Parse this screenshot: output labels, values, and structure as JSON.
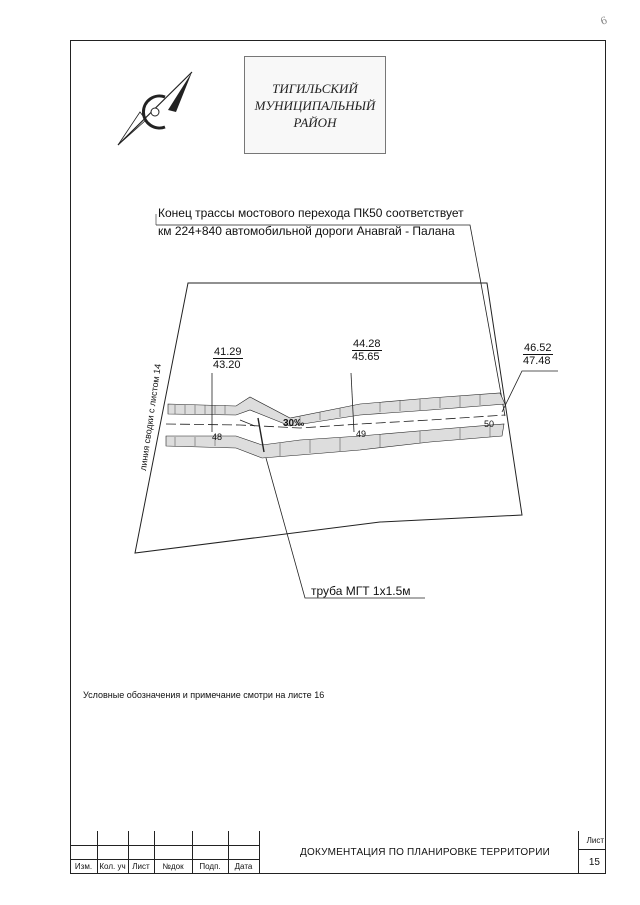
{
  "corner_mark": "6",
  "district_stamp": {
    "line1": "ТИГИЛЬСКИЙ",
    "line2": "МУНИЦИПАЛЬНЫЙ",
    "line3": "РАЙОН"
  },
  "plan": {
    "end_note_line1": "Конец трассы мостового перехода ПК50 соответствует",
    "end_note_line2": "км 224+840 автомобильной дороги Анавгай - Палана",
    "match_line_label": "линия сводки с листом 14",
    "grade_label": "30‰",
    "pipe_label": "труба МГТ 1х1.5м",
    "stations": [
      {
        "label": "48",
        "design": "41.29",
        "existing": "43.20"
      },
      {
        "label": "49",
        "design": "44.28",
        "existing": "45.65"
      },
      {
        "label": "50",
        "design": "46.52",
        "existing": "47.48"
      }
    ]
  },
  "legend_note": "Условные обозначения и примечание смотри на листе 16",
  "title_block": {
    "columns": [
      "Изм.",
      "Кол. уч",
      "Лист",
      "№док",
      "Подп.",
      "Дата"
    ],
    "document_title": "ДОКУМЕНТАЦИЯ ПО ПЛАНИРОВКЕ ТЕРРИТОРИИ",
    "sheet_label": "Лист",
    "sheet_number": "15"
  }
}
